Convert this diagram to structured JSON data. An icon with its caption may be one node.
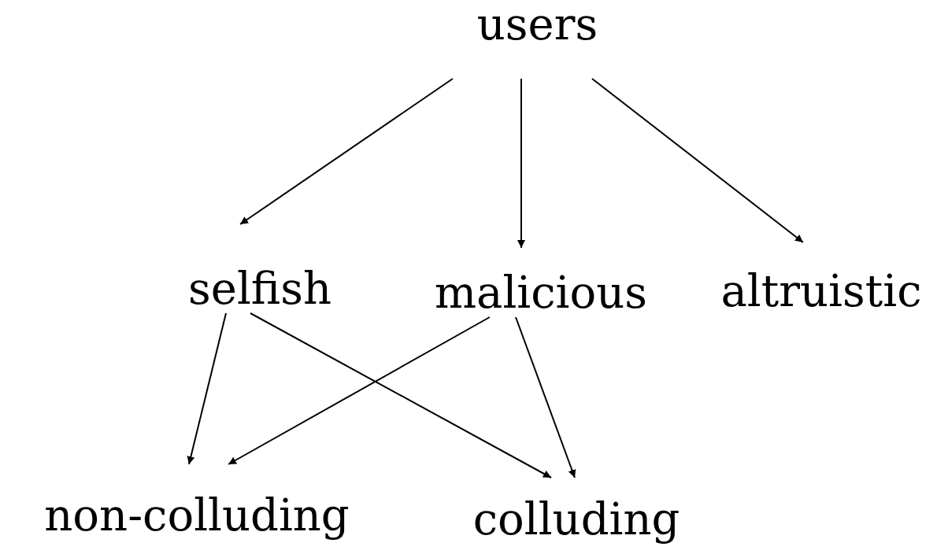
{
  "diagram": {
    "nodes": [
      {
        "text": [
          "users"
        ]
      },
      {
        "text": [
          "selfish"
        ]
      },
      {
        "text": [
          "malicious"
        ]
      },
      {
        "text": [
          "altruistic"
        ]
      },
      {
        "text": [
          "non-colluding"
        ]
      },
      {
        "text": [
          "colluding"
        ]
      }
    ],
    "edges": [
      {
        "from": 0,
        "to": 1,
        "arrow": "to"
      },
      {
        "from": 0,
        "to": 2,
        "arrow": "to"
      },
      {
        "from": 0,
        "to": 3,
        "arrow": "to"
      },
      {
        "from": 1,
        "to": 4,
        "arrow": "to"
      },
      {
        "from": 1,
        "to": 5,
        "arrow": "to"
      },
      {
        "from": 2,
        "to": 4,
        "arrow": "to"
      },
      {
        "from": 2,
        "to": 5,
        "arrow": "to"
      }
    ]
  }
}
